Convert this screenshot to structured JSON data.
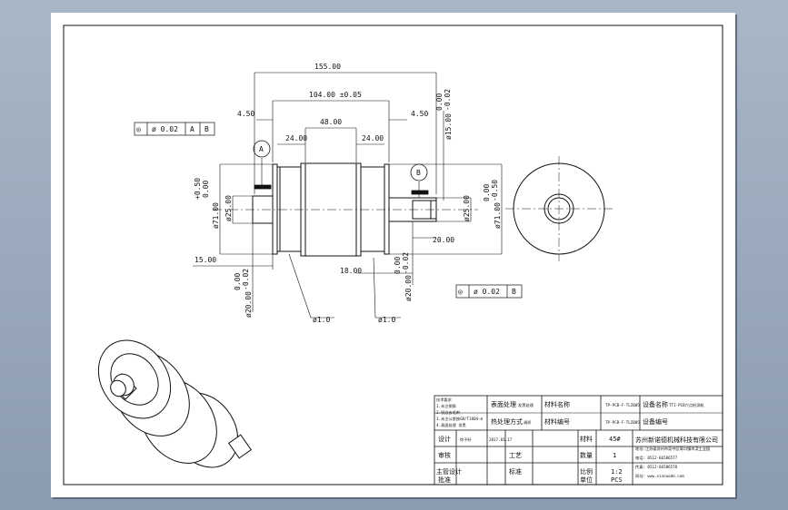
{
  "dimensions": {
    "overall_length": "155.00",
    "core_length": "104.00 ±0.05",
    "center_width": "48.00",
    "step_left": "24.00",
    "step_right": "24.00",
    "offset_left": "4.50",
    "offset_right": "4.50",
    "shaft_right_length": "20.00",
    "right_shaft_offset": "18.00",
    "left_end_offset": "15.00",
    "left_small_diameter": "ø25.00",
    "left_body_diameter": "ø71.00",
    "left_body_tol_upper": "+0.50",
    "left_body_tol_lower": "0.00",
    "bottom_left_diameter": "ø20.00",
    "bottom_left_tol_upper": "0.00",
    "bottom_left_tol_lower": "-0.02",
    "bottom_mid_diameter": "ø20.00",
    "bottom_mid_tol_upper": "0.00",
    "bottom_mid_tol_lower": "-0.02",
    "top_right_diameter": "ø15.00",
    "top_right_tol_upper": "0.00",
    "top_right_tol_lower": "-0.02",
    "right_small_diameter": "ø25.00",
    "right_body_diameter": "ø71.00",
    "right_body_tol_upper": "0.00",
    "right_body_tol_lower": "-0.50",
    "runout_left": "ø1.0",
    "runout_right": "ø1.0"
  },
  "datums": {
    "a": "A",
    "b": "B"
  },
  "tolerance_frames": {
    "top": {
      "symbol": "◎",
      "value": "ø 0.02",
      "ref1": "A",
      "ref2": "B"
    },
    "bottom": {
      "symbol": "◎",
      "value": "ø 0.02",
      "ref1": "B"
    }
  },
  "title_block": {
    "notes": [
      "技术要求",
      "1.未注倒角",
      "2.锐边去毛刺",
      "3.未注公差按GB/T1804-m",
      "4.表面处理 发黑"
    ],
    "surface_label": "表面处理",
    "surface_value": "发黑处理",
    "material_label": "材料名称",
    "material_value": "TP-PCB-F-TLZ005",
    "equipment_label": "设备名称",
    "equipment_value": "TTI-PCB穴点检测机",
    "heat_label": "热处理方式",
    "heat_value": "调质",
    "partno_label": "材料编号",
    "partno_value": "TP-PCB-F-TLZ005",
    "equipno_label": "设备编号",
    "design_label": "设计",
    "designer": "徐子轩",
    "date": "2017.01.17",
    "check_label": "审核",
    "chief_label": "主管设计",
    "approve_label": "批准",
    "process_label": "工艺",
    "standard_label": "标准",
    "mass_label": "材料",
    "mass_value": "45#",
    "qty_label": "数量",
    "qty_value": "1",
    "scale_label": "比例",
    "scale_value": "1:2",
    "unit_label": "单位",
    "unit_value": "PCS",
    "company": "苏州新诺德机械科技有限公司",
    "address": "地址:江苏省苏州市吴中区胥口镇木渎工业园",
    "tel": "电话: 0512-66586577",
    "fax": "传真: 0512-66586578",
    "web": "网址: www.xinnuode.com"
  }
}
